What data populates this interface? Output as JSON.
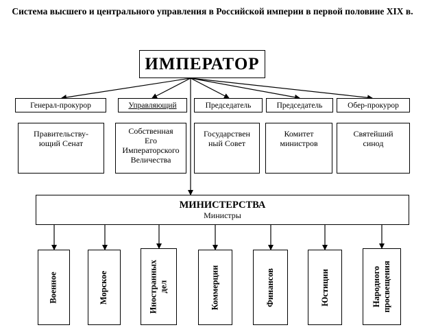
{
  "title": "Система высшего и центрального управления в Российской империи в первой половине XIX в.",
  "emperor": "ИМПЕРАТОР",
  "roles": [
    {
      "label": "Генерал-прокурор",
      "underline": false
    },
    {
      "label": "Управляющий",
      "underline": true
    },
    {
      "label": "Председатель",
      "underline": false
    },
    {
      "label": "Председатель",
      "underline": false
    },
    {
      "label": "Обер-прокурор",
      "underline": false
    }
  ],
  "bodies": [
    "Правительству-\nющий Сенат",
    "Собственная\nЕго\nИмператорского\nВеличества",
    "Государствен\nный Совет",
    "Комитет\nминистров",
    "Святейший\nсинод"
  ],
  "ministries": {
    "heading": "МИНИСТЕРСТВА",
    "subheading": "Министры",
    "items": [
      "Военное",
      "Морское",
      "Иностранных\nдел",
      "Коммерции",
      "Финансов",
      "Юстиции",
      "Народного\nпросвещения"
    ]
  }
}
